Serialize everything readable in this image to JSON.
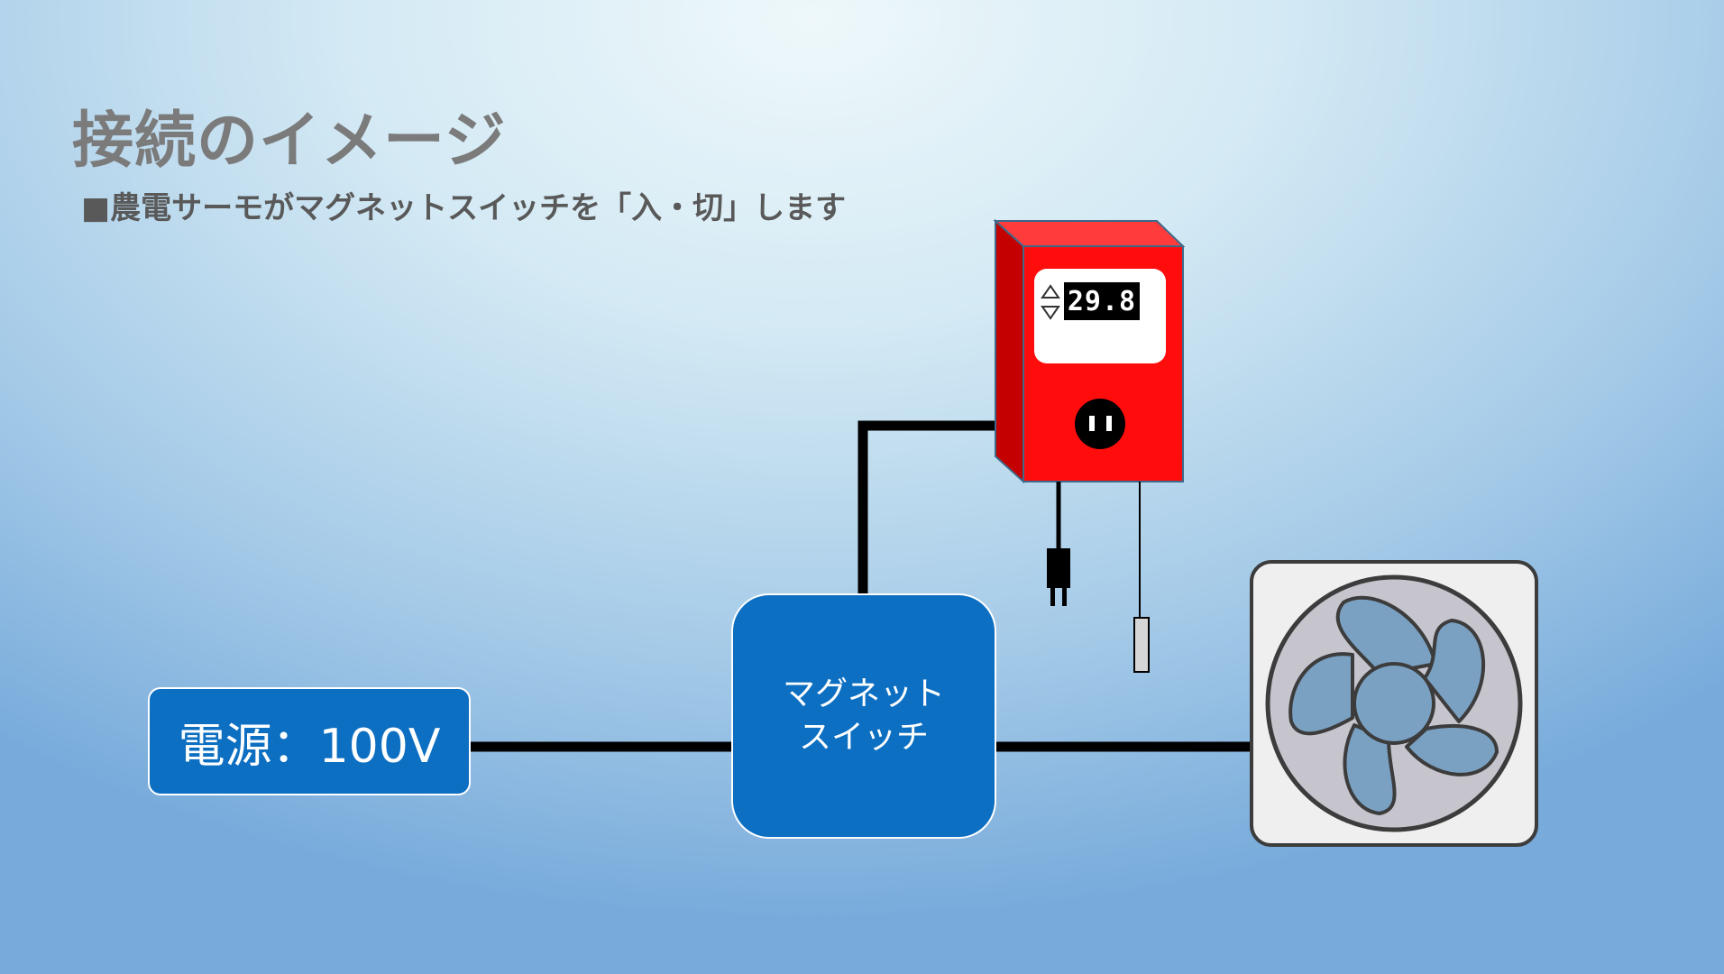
{
  "slide": {
    "title": "接続のイメージ",
    "subtitle": "■農電サーモがマグネットスイッチを「入・切」します"
  },
  "diagram": {
    "power_label": "電源：100V",
    "switch_label_line1": "マグネット",
    "switch_label_line2": "スイッチ",
    "thermostat_display": "29.8"
  },
  "colors": {
    "box_blue": "#0d6fc2",
    "thermostat_red": "#ff0d0d",
    "fan_frame": "#efefef",
    "fan_blade": "#7aa0c2",
    "wire": "#000000"
  },
  "icons": [
    "thermostat-icon",
    "up-arrow-icon",
    "down-arrow-icon",
    "outlet-icon",
    "plug-icon",
    "sensor-probe-icon",
    "fan-icon"
  ]
}
